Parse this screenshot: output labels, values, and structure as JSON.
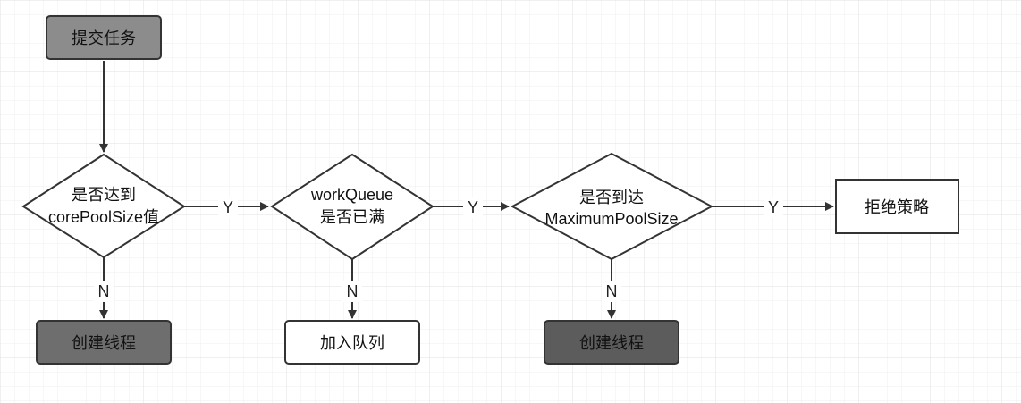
{
  "nodes": {
    "submit_task": {
      "label": "提交任务",
      "fill": "#8c8c8c"
    },
    "check_core": {
      "line1": "是否达到",
      "line2": "corePoolSize值",
      "fill": "#ffffff"
    },
    "check_queue": {
      "line1": "workQueue",
      "line2": "是否已满",
      "fill": "#ffffff"
    },
    "check_max": {
      "line1": "是否到达",
      "line2": "MaximumPoolSize",
      "fill": "#ffffff"
    },
    "reject_policy": {
      "label": "拒绝策略",
      "fill": "#ffffff"
    },
    "create_thread_1": {
      "label": "创建线程",
      "fill": "#6e6e6e"
    },
    "add_to_queue": {
      "label": "加入队列",
      "fill": "#ffffff"
    },
    "create_thread_2": {
      "label": "创建线程",
      "fill": "#5c5c5c"
    }
  },
  "edges": {
    "core_to_queue": "Y",
    "queue_to_max": "Y",
    "max_to_reject": "Y",
    "core_to_create": "N",
    "queue_to_add": "N",
    "max_to_create": "N"
  },
  "colors": {
    "stroke": "#333333",
    "grid": "#e8e8e8",
    "edge": "#333333"
  }
}
